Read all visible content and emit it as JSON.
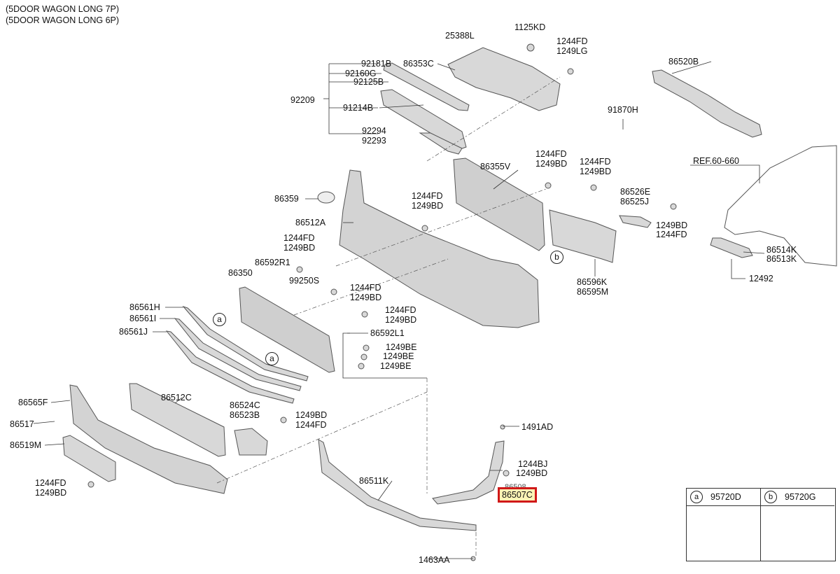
{
  "header": {
    "line1": "(5DOOR WAGON LONG 7P)",
    "line2": "(5DOOR WAGON LONG 6P)"
  },
  "labels": {
    "l25388L": "25388L",
    "l1125KD": "1125KD",
    "l1244FD_a": "1244FD",
    "l1249LG": "1249LG",
    "l86520B": "86520B",
    "l92181B": "92181B",
    "l86353C": "86353C",
    "l92160G": "92160G",
    "l92125B": "92125B",
    "l92209": "92209",
    "l91214B": "91214B",
    "l92294": "92294",
    "l92293": "92293",
    "l91870H": "91870H",
    "lREF": "REF.60-660",
    "l86355V": "86355V",
    "l1244FD_b": "1244FD",
    "l1249BD_b": "1249BD",
    "l1244FD_c": "1244FD",
    "l1249BD_c": "1249BD",
    "l86526E": "86526E",
    "l86525J": "86525J",
    "l86359": "86359",
    "l1244FD_d": "1244FD",
    "l1249BD_d": "1249BD",
    "l86512A": "86512A",
    "l1249BD_e": "1249BD",
    "l1244FD_e": "1244FD",
    "l1244FD_f": "1244FD",
    "l1249BD_f": "1249BD",
    "l86514K": "86514K",
    "l86513K": "86513K",
    "l86592R1": "86592R1",
    "l86350": "86350",
    "l99250S": "99250S",
    "l1244FD_g": "1244FD",
    "l1249BD_g": "1249BD",
    "l86596K": "86596K",
    "l86595M": "86595M",
    "l12492": "12492",
    "l86561H": "86561H",
    "l86561I": "86561I",
    "l86561J": "86561J",
    "l1244FD_h": "1244FD",
    "l1249BD_h": "1249BD",
    "l86592L1": "86592L1",
    "l1249BE_a": "1249BE",
    "l1249BE_b": "1249BE",
    "l1249BE_c": "1249BE",
    "l86565F": "86565F",
    "l86512C": "86512C",
    "l86524C": "86524C",
    "l86523B": "86523B",
    "l1249BD_i": "1249BD",
    "l1244FD_i": "1244FD",
    "l86517": "86517",
    "l1491AD": "1491AD",
    "l86519M": "86519M",
    "l1244BJ": "1244BJ",
    "l1249BD_j": "1249BD",
    "l86511K": "86511K",
    "l1244FD_j": "1244FD",
    "l1249BD_k": "1249BD",
    "l86508": "86508",
    "l86507C": "86507C",
    "l1463AA": "1463AA"
  },
  "callouts": {
    "a": "a",
    "b": "b"
  },
  "legend": {
    "a_letter": "a",
    "a_code": "95720D",
    "b_letter": "b",
    "b_code": "95720G"
  },
  "highlight": {
    "border_color": "#d01818",
    "fill_color": "#fbf3b5"
  },
  "colors": {
    "part_fill": "#d8d8d8",
    "part_stroke": "#555555",
    "leader": "#333333"
  }
}
